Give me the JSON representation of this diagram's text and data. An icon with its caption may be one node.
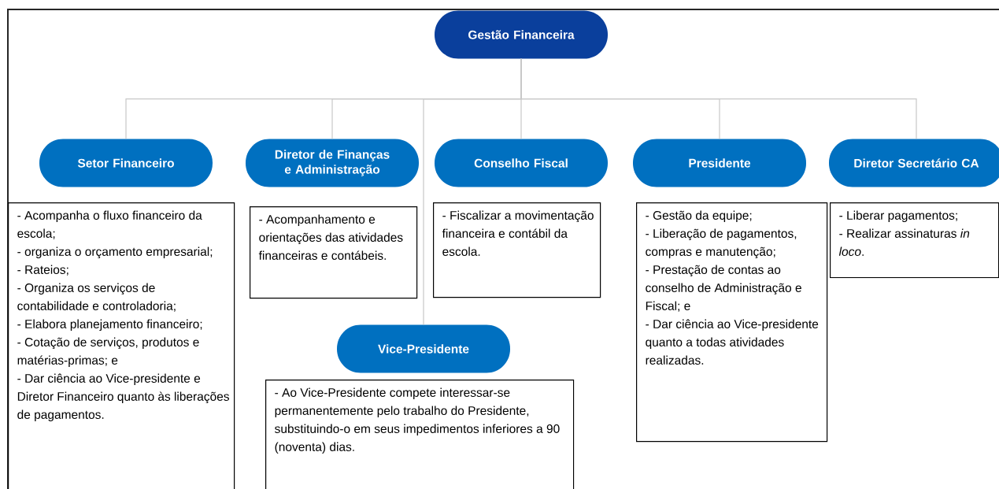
{
  "diagram": {
    "nodes": [
      {
        "text": [
          "Gestão Financeira"
        ]
      },
      {
        "text": [
          "Setor Financeiro"
        ]
      },
      {
        "text": [
          "Diretor de Finanças e Administração"
        ]
      },
      {
        "text": [
          "Conselho Fiscal"
        ]
      },
      {
        "text": [
          "Presidente"
        ]
      },
      {
        "text": [
          "Diretor Secretário CA"
        ]
      },
      {
        "text": [
          "Vice-Presidente"
        ]
      },
      {
        "text": [
          "- Acompanha o fluxo financeiro da escola;",
          "- organiza o orçamento empresarial;",
          "- Rateios;",
          "- Organiza os serviços de contabilidade e controladoria;",
          "- Elabora planejamento financeiro;",
          "- Cotação de serviços, produtos e matérias-primas; e",
          "- Dar ciência ao Vice-presidente e Diretor Financeiro quanto às liberações de pagamentos."
        ]
      },
      {
        "text": [
          "- Acompanhamento e orientações das atividades financeiras e contábeis."
        ]
      },
      {
        "text": [
          "- Fiscalizar a movimentação financeira e contábil da escola."
        ]
      },
      {
        "text": [
          "- Gestão da equipe;",
          "- Liberação de pagamentos, compras e manutenção;",
          "- Prestação de contas ao conselho de Administração e Fiscal; e",
          "- Dar ciência ao Vice-presidente quanto a todas atividades realizadas."
        ]
      },
      {
        "text": [
          "- Liberar pagamentos;",
          "- Realizar assinaturas *in loco*."
        ]
      },
      {
        "text": [
          "- Ao Vice-Presidente compete interessar-se permanentemente pelo trabalho do Presidente, substituindo-o em seus impedimentos inferiores a 90 (noventa) dias."
        ]
      }
    ],
    "edges": [
      {
        "from": 0,
        "to": 1,
        "arrow": "none"
      },
      {
        "from": 0,
        "to": 2,
        "arrow": "none"
      },
      {
        "from": 0,
        "to": 3,
        "arrow": "none"
      },
      {
        "from": 0,
        "to": 4,
        "arrow": "none"
      },
      {
        "from": 0,
        "to": 5,
        "arrow": "none"
      },
      {
        "from": 0,
        "to": 6,
        "arrow": "none"
      }
    ]
  }
}
